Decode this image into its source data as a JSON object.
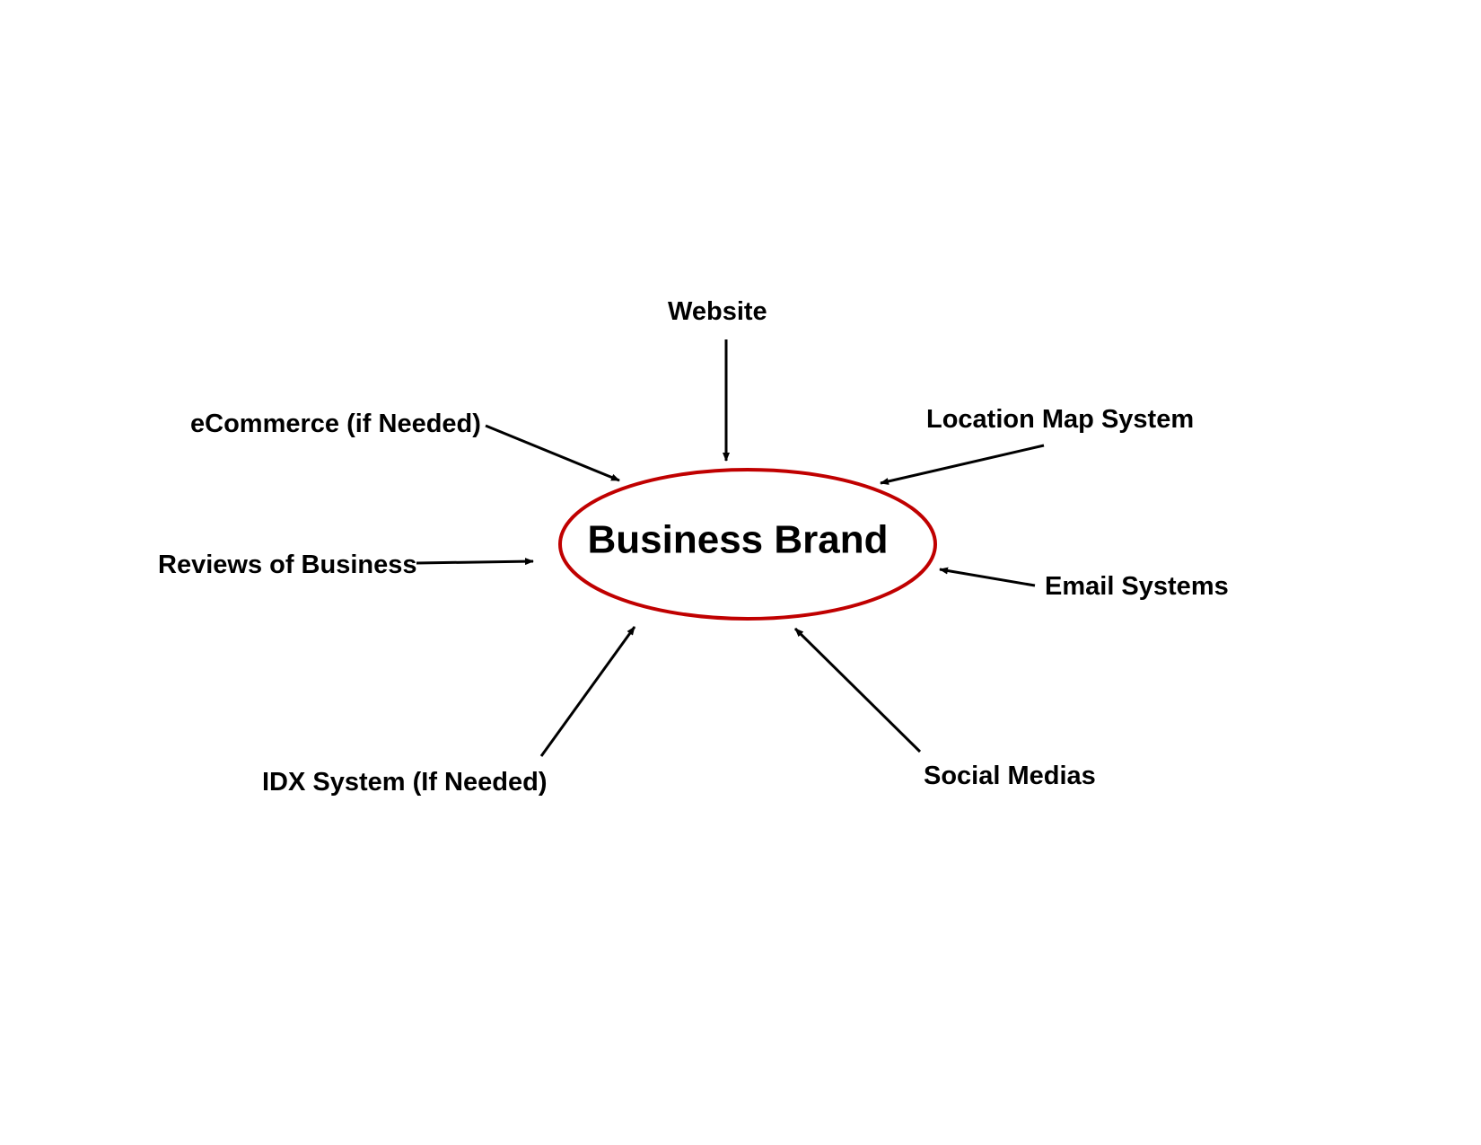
{
  "diagram": {
    "center": {
      "label": "Business Brand",
      "outline_color": "#c00000"
    },
    "nodes": {
      "website": "Website",
      "ecommerce": "eCommerce (if Needed)",
      "location_map": "Location Map System",
      "reviews": "Reviews of Business",
      "email": "Email Systems",
      "idx": "IDX System (If Needed)",
      "social": "Social Medias"
    }
  }
}
